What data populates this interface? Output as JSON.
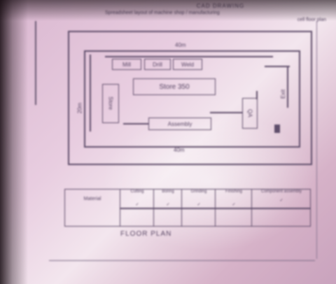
{
  "header": {
    "line1": "CAD DRAWING",
    "line2": "Spreadsheet layout of machine shop / manufacturing",
    "line3": "cell floor plan"
  },
  "drawing": {
    "top_dim": "40m",
    "bottom_dim": "40m",
    "left_dim": "20m",
    "right_label": "Exit",
    "box_top_1": "Mill",
    "box_top_2": "Drill",
    "box_top_3": "Weld",
    "box_left": "Store",
    "box_center": "Store 350",
    "box_bottom": "Assembly",
    "box_right": "QA"
  },
  "table": {
    "first_cell": "Material",
    "headers": [
      "Cutting",
      "Boring",
      "Grinding",
      "Finishing",
      "Component assembly"
    ],
    "row2": [
      "✓",
      "✓",
      "✓",
      "✓",
      "✓"
    ]
  },
  "caption": "FLOOR PLAN"
}
